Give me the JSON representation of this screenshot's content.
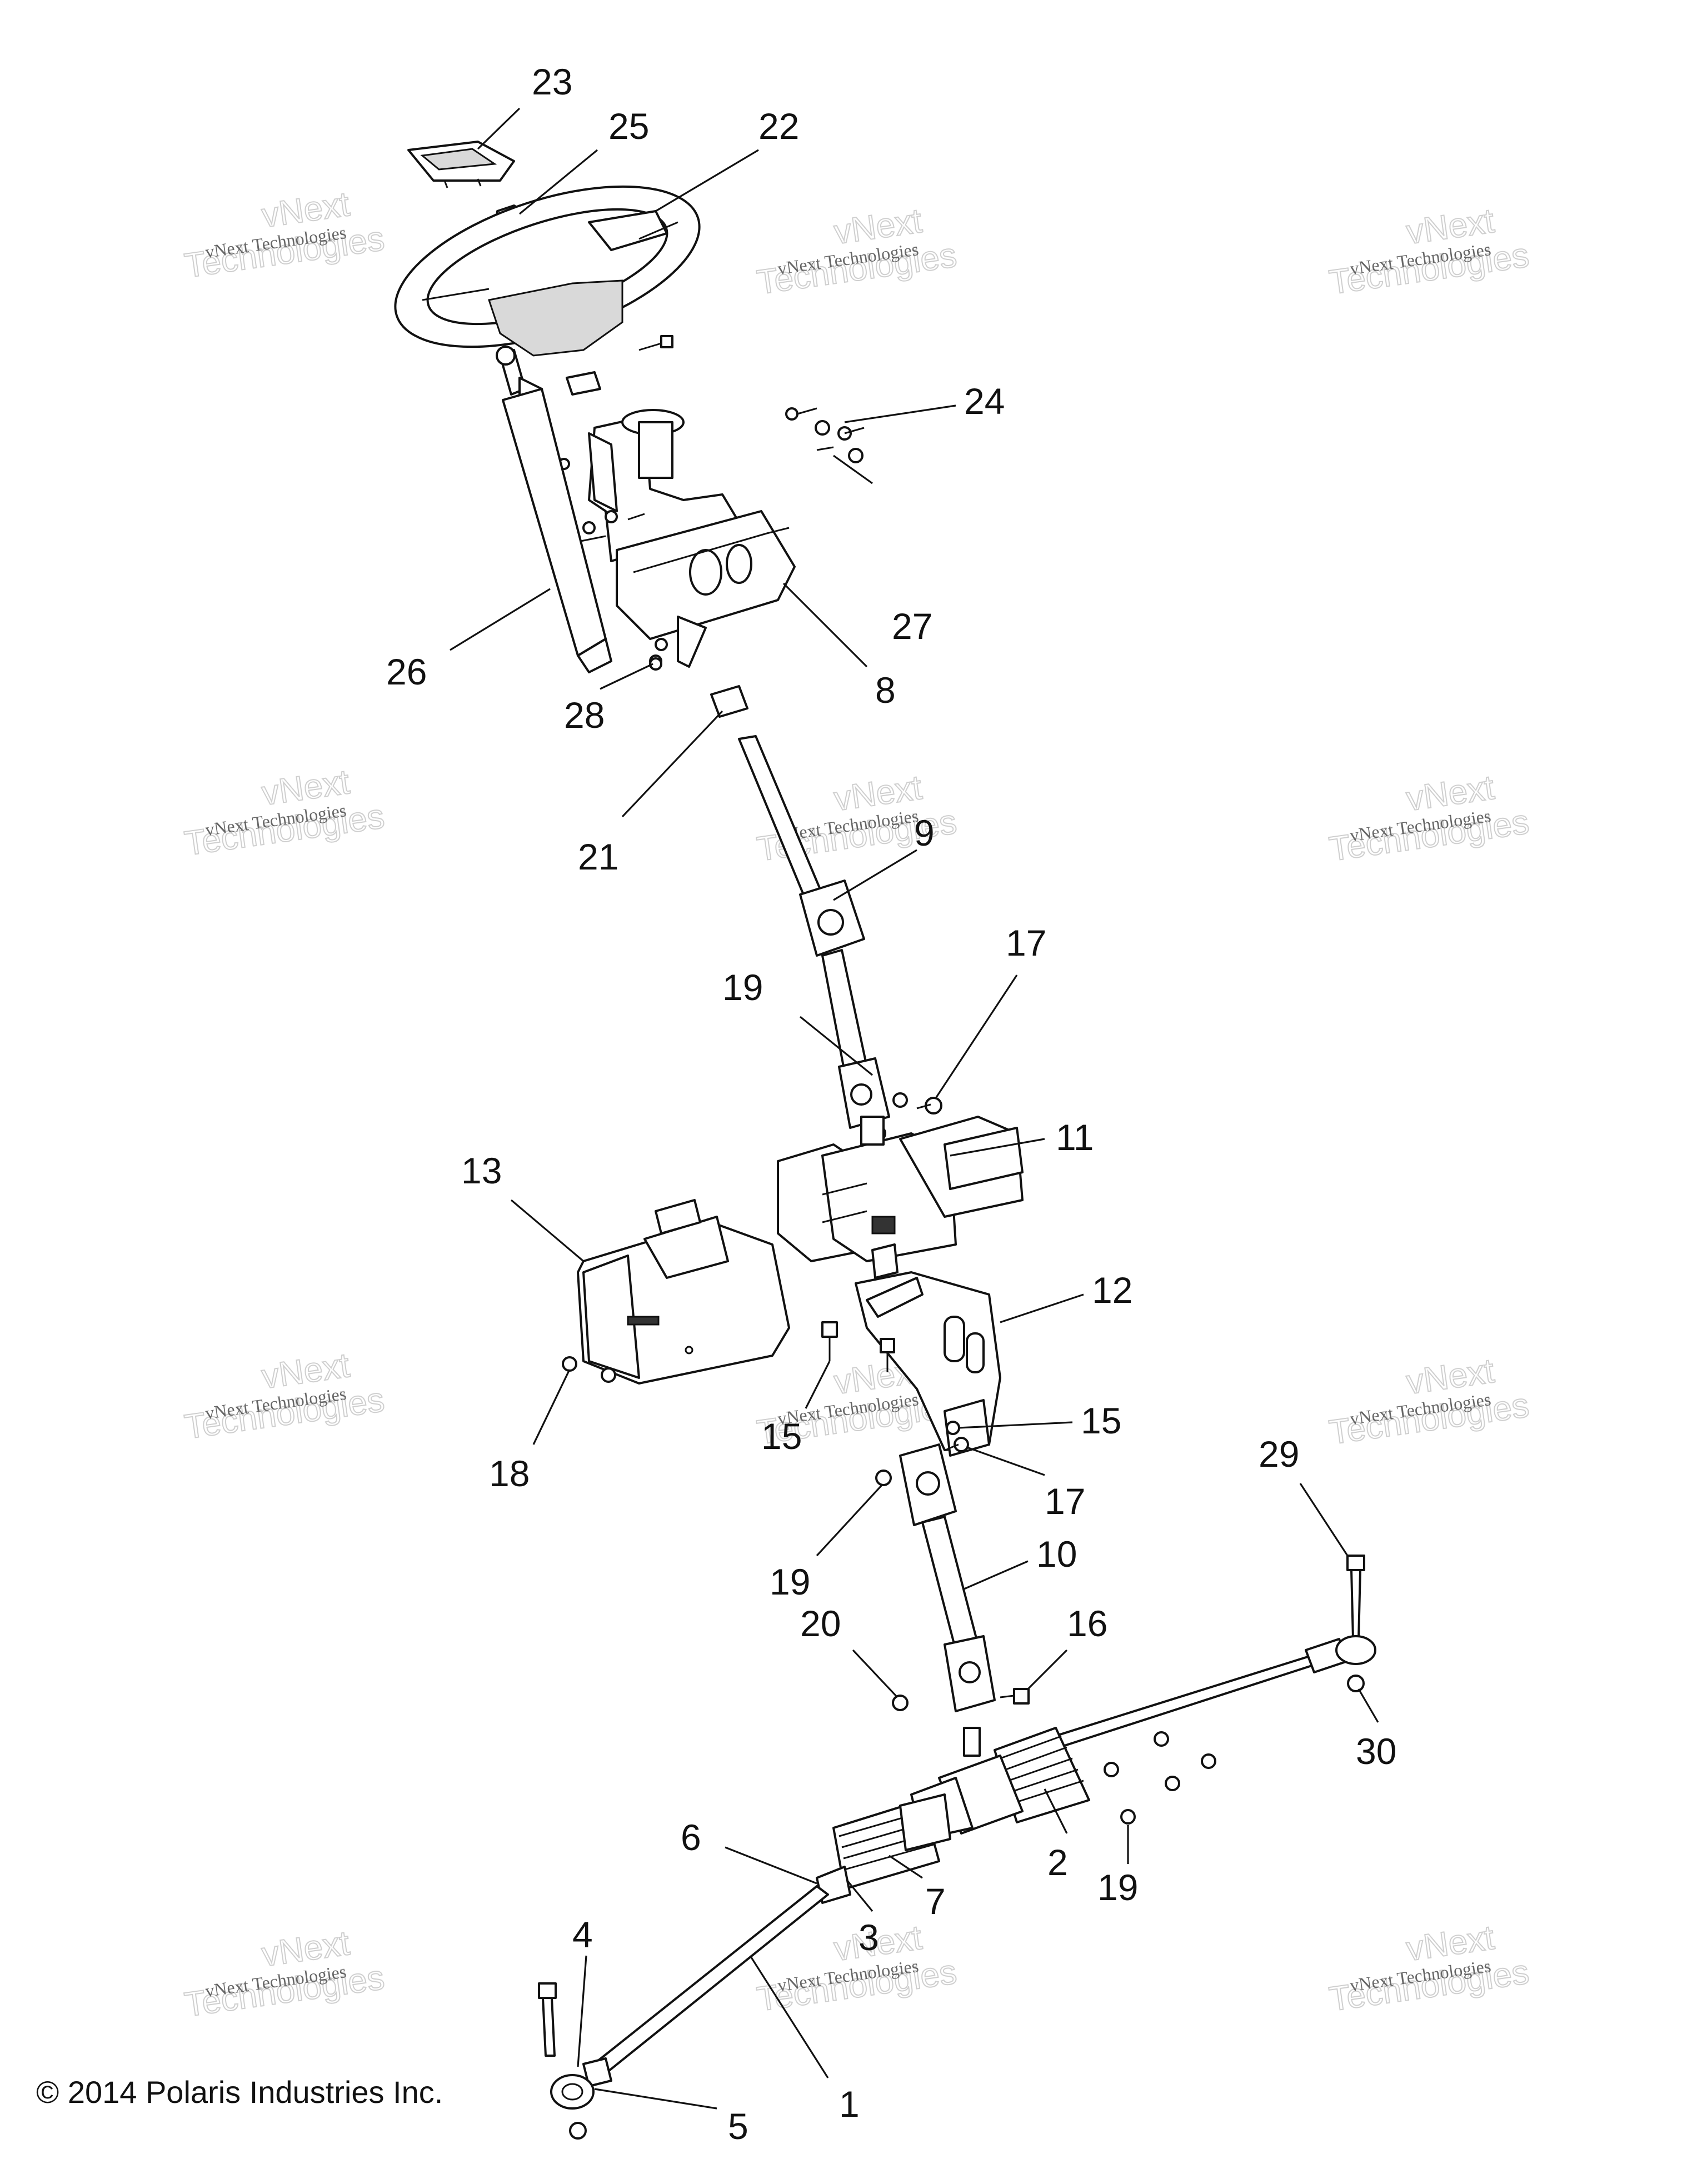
{
  "callouts": {
    "c1": "1",
    "c2": "2",
    "c3": "3",
    "c4": "4",
    "c5": "5",
    "c6": "6",
    "c7": "7",
    "c8": "8",
    "c9": "9",
    "c10": "10",
    "c11": "11",
    "c12": "12",
    "c13": "13",
    "c15a": "15",
    "c15b": "15",
    "c16": "16",
    "c17a": "17",
    "c17b": "17",
    "c18": "18",
    "c19a": "19",
    "c19b": "19",
    "c19c": "19",
    "c20": "20",
    "c21": "21",
    "c22": "22",
    "c23": "23",
    "c24": "24",
    "c25": "25",
    "c26": "26",
    "c27": "27",
    "c28": "28",
    "c29": "29",
    "c30": "30"
  },
  "watermark": {
    "line1": "vNext Technologies",
    "line2": "Technologies",
    "line3": "vNext"
  },
  "copyright": "© 2014 Polaris Industries Inc."
}
